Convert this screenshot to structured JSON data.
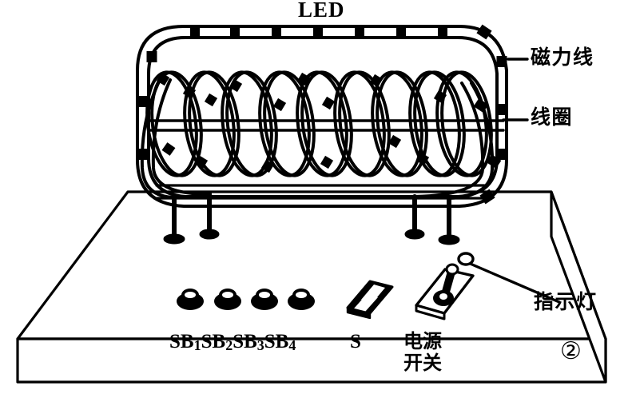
{
  "figure": {
    "kind": "physics-apparatus-line-drawing",
    "subject": "solenoid coil with magnetic field line on a control box",
    "figure_number": "②",
    "ink_color": "#000000",
    "background_color": "#ffffff"
  },
  "labels": {
    "led": "LED",
    "magnetic_field_line": "磁力线",
    "coil": "线圈",
    "indicator_lamp": "指示灯"
  },
  "panel": {
    "pushbuttons": [
      {
        "name": "SB",
        "subscript": "1"
      },
      {
        "name": "SB",
        "subscript": "2"
      },
      {
        "name": "SB",
        "subscript": "3"
      },
      {
        "name": "SB",
        "subscript": "4"
      }
    ],
    "slide_switch_label": "S",
    "power_switch_label_line1": "电源",
    "power_switch_label_line2": "开关"
  },
  "apparatus": {
    "coil_turns": 9,
    "support_posts": 4,
    "pushbutton_count": 4,
    "slide_switch_segments": 3,
    "toggle_switch_count": 1,
    "indicator_lamp_count": 1,
    "field_line_dash_marks": 22
  }
}
